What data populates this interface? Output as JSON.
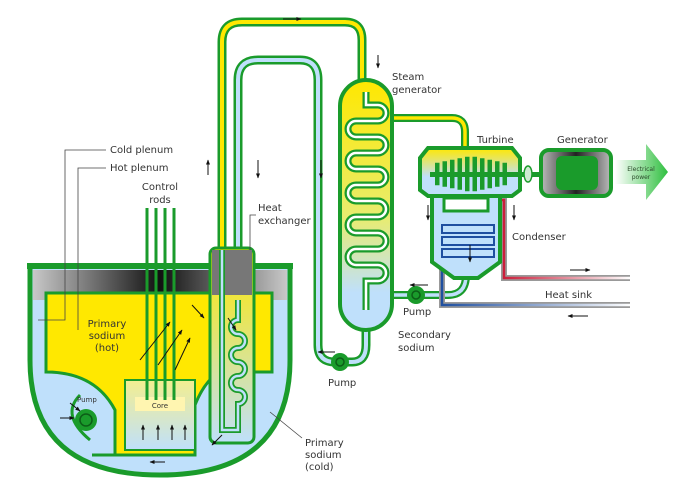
{
  "labels": {
    "cold_plenum": "Cold plenum",
    "hot_plenum": "Hot plenum",
    "control_rods": [
      "Control",
      "rods"
    ],
    "heat_exchanger": [
      "Heat",
      "exchanger"
    ],
    "steam_generator": [
      "Steam",
      "generator"
    ],
    "turbine": "Turbine",
    "generator": "Generator",
    "electrical_power": [
      "Electrical",
      "power"
    ],
    "condenser": "Condenser",
    "heat_sink": "Heat sink",
    "pump_secondary": "Pump",
    "pump_loop": "Pump",
    "pump_primary": "Pump",
    "secondary_sodium": [
      "Secondary",
      "sodium"
    ],
    "primary_sodium_hot": [
      "Primary",
      "sodium",
      "(hot)"
    ],
    "primary_sodium_cold": [
      "Primary",
      "sodium",
      "(cold)"
    ],
    "core": "Core"
  },
  "colors": {
    "structure_green": "#1a9b2b",
    "hot_sodium": "#ffe800",
    "cold_sodium": "#bfe0fb",
    "heat_sink_hot": "#c8102e",
    "heat_sink_cold": "#1f4fa0"
  }
}
